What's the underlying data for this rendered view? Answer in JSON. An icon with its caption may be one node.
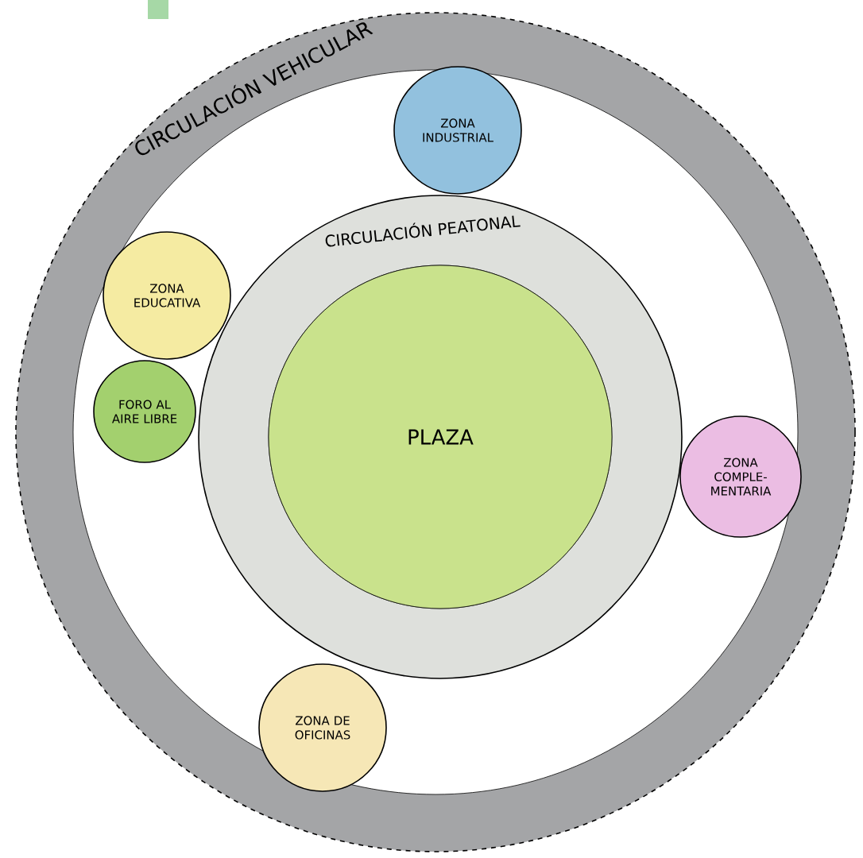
{
  "diagram": {
    "nodes": [
      {
        "text": [
          "CIRCULACIÓN VEHICULAR"
        ]
      },
      {
        "text": [
          "ZONA INDUSTRIAL"
        ],
        "in": 0
      },
      {
        "text": [
          "ZONA EDUCATIVA"
        ],
        "in": 0
      },
      {
        "text": [
          "CIRCULACIÓN PEATONAL"
        ],
        "in": 0
      },
      {
        "text": [
          "FORO AL AIRE LIBRE"
        ],
        "in": 0
      },
      {
        "text": [
          "PLAZA"
        ],
        "in": 3
      },
      {
        "text": [
          "ZONA COMPLE- MENTARIA"
        ],
        "in": 0
      },
      {
        "text": [
          "ZONA DE OFICINAS"
        ],
        "in": 0
      }
    ]
  }
}
